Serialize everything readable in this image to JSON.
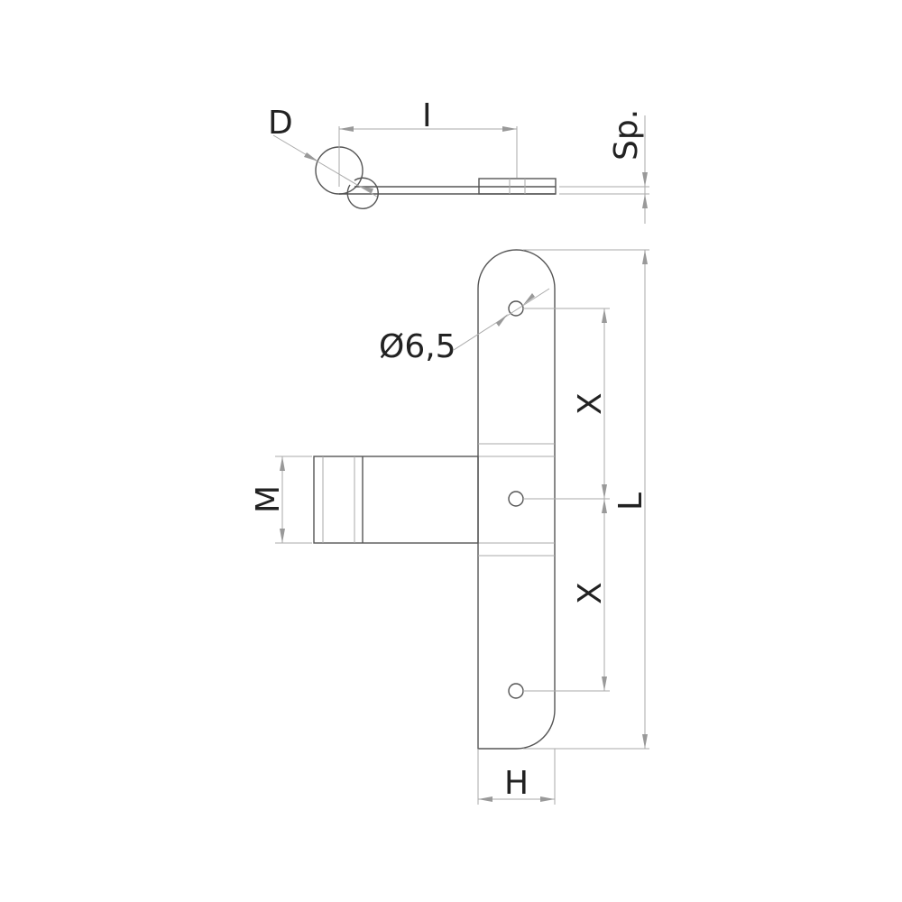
{
  "labels": {
    "diameter": "D",
    "length_i": "I",
    "thickness": "Sp.",
    "hole": "Ø6,5",
    "spacing_1": "X",
    "spacing_2": "X",
    "total_length": "L",
    "knuckle_height": "M",
    "width": "H"
  },
  "colors": {
    "outline": "#555555",
    "dimension": "#aaaaaa",
    "text": "#222222"
  }
}
